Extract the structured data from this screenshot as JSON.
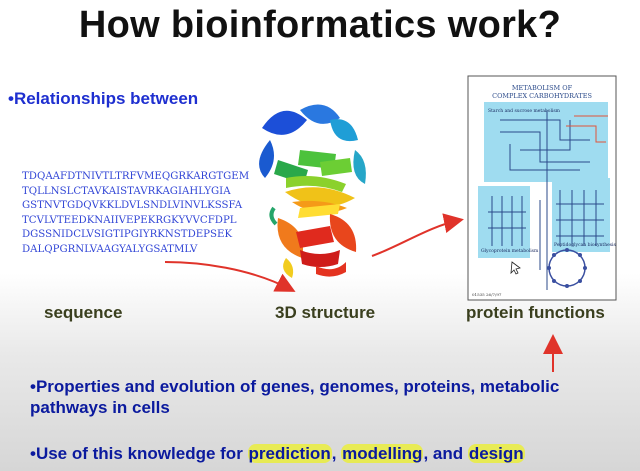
{
  "slide": {
    "title": "How bioinformatics work?",
    "relationships": "•Relationships between",
    "sequence_lines": [
      "TDQAAFDTNIVTLTRFVMEQGRKARGTGEM",
      "TQLLNSLCTAVKAISTAVRKAGIAHLYGIA",
      "GSTNVTGDQVKKLDVLSNDLVINVLKSSFA",
      "TCVLVTEEDKNAIIVEPEKRGKYVVCFDPL",
      "DGSSNIDCLVSIGTIPGIYRKNSTDEPSEK",
      "DALQPGRNLVAAGYALYGSATMLV"
    ],
    "labels": {
      "sequence": "sequence",
      "structure": "3D structure",
      "function": "protein functions"
    },
    "diagram": {
      "title_line1": "METABOLISM OF",
      "title_line2": "COMPLEX CARBOHYDRATES",
      "box1": "Starch and sucrose metabolism",
      "box2": "Glycoprotein metabolism",
      "box3": "Peptidoglycan biosynthesis",
      "footer": "01535  26/7/97"
    },
    "bullet1": "•Properties and evolution of genes, genomes, proteins, metabolic pathways in cells",
    "bullet2_prefix": "•Use of this knowledge for ",
    "bullet2_h1": "prediction",
    "bullet2_sep1": ", ",
    "bullet2_h2": "modelling",
    "bullet2_sep2": ", and ",
    "bullet2_h3": "design",
    "colors": {
      "arrow": "#e0332a",
      "highlight": "#ecf028",
      "bullet_text": "#0b1a9e",
      "diagram_panel": "#9fdcf0"
    }
  }
}
